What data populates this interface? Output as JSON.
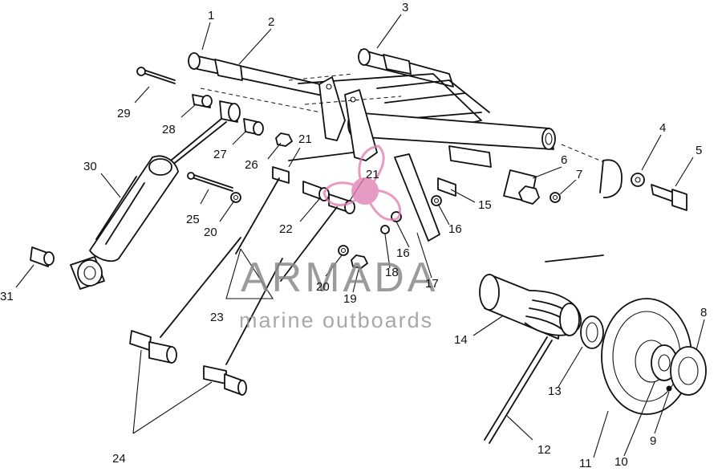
{
  "watermark": {
    "title": "ARMADA",
    "subtitle": "marine outboards",
    "logo_color": "#e07ab0",
    "text_color": "#8a8a8a"
  },
  "callouts": [
    {
      "label": "1"
    },
    {
      "label": "2"
    },
    {
      "label": "3"
    },
    {
      "label": "4"
    },
    {
      "label": "5"
    },
    {
      "label": "6"
    },
    {
      "label": "7"
    },
    {
      "label": "8"
    },
    {
      "label": "9"
    },
    {
      "label": "10"
    },
    {
      "label": "11"
    },
    {
      "label": "12"
    },
    {
      "label": "13"
    },
    {
      "label": "14"
    },
    {
      "label": "15"
    },
    {
      "label": "16"
    },
    {
      "label": "16"
    },
    {
      "label": "17"
    },
    {
      "label": "18"
    },
    {
      "label": "19"
    },
    {
      "label": "20"
    },
    {
      "label": "20"
    },
    {
      "label": "21"
    },
    {
      "label": "21"
    },
    {
      "label": "22"
    },
    {
      "label": "23"
    },
    {
      "label": "24"
    },
    {
      "label": "25"
    },
    {
      "label": "26"
    },
    {
      "label": "27"
    },
    {
      "label": "28"
    },
    {
      "label": "29"
    },
    {
      "label": "30"
    },
    {
      "label": "31"
    }
  ]
}
